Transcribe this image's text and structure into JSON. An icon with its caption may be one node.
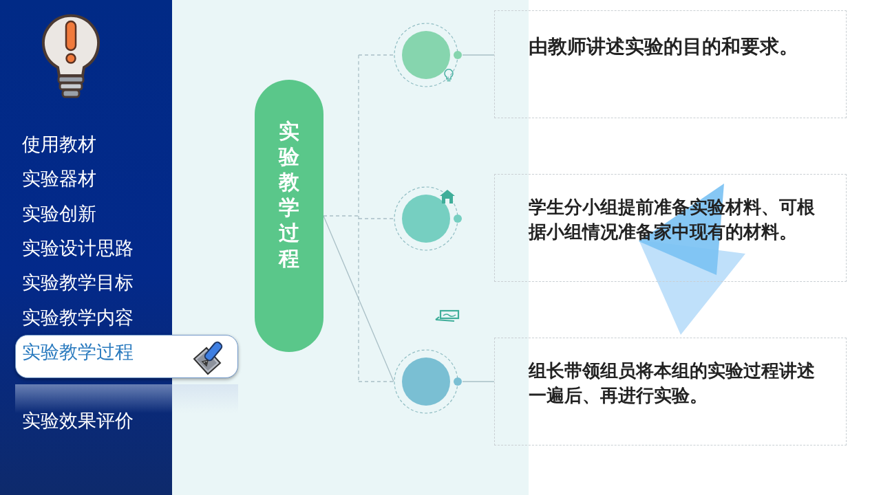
{
  "diagram": {
    "nodes": [
      {
        "text": [
          "使用教材",
          "实验器材",
          "实验创新",
          "实验设计思路",
          "实验教学目标",
          "实验教学内容",
          "实验效果评价"
        ]
      },
      {
        "text": [
          "实验教学过程"
        ]
      },
      {
        "text": [
          "实验教学过程"
        ]
      },
      {
        "text": [],
        "shape": "circle"
      },
      {
        "text": [],
        "shape": "circle"
      },
      {
        "text": [],
        "shape": "circle"
      },
      {
        "text": [
          "由教师讲述实验的目的和要求。"
        ]
      },
      {
        "text": [
          "学生分小组提前准备实验材料、可根据小组情况准备家中现有的材料。"
        ]
      },
      {
        "text": [
          "组长带领组员将本组的实验过程讲述一遍后、再进行实验。"
        ]
      }
    ],
    "edges": [
      {
        "from": 2,
        "to": 3,
        "arrow": "none",
        "style": "dashed"
      },
      {
        "from": 2,
        "to": 4,
        "arrow": "none",
        "style": "dashed"
      },
      {
        "from": 2,
        "to": 5,
        "arrow": "none",
        "style": "dashed"
      },
      {
        "from": 2,
        "to": 5,
        "arrow": "none"
      },
      {
        "from": 3,
        "to": 6,
        "arrow": "none"
      },
      {
        "from": 5,
        "to": 8,
        "arrow": "none"
      }
    ]
  }
}
